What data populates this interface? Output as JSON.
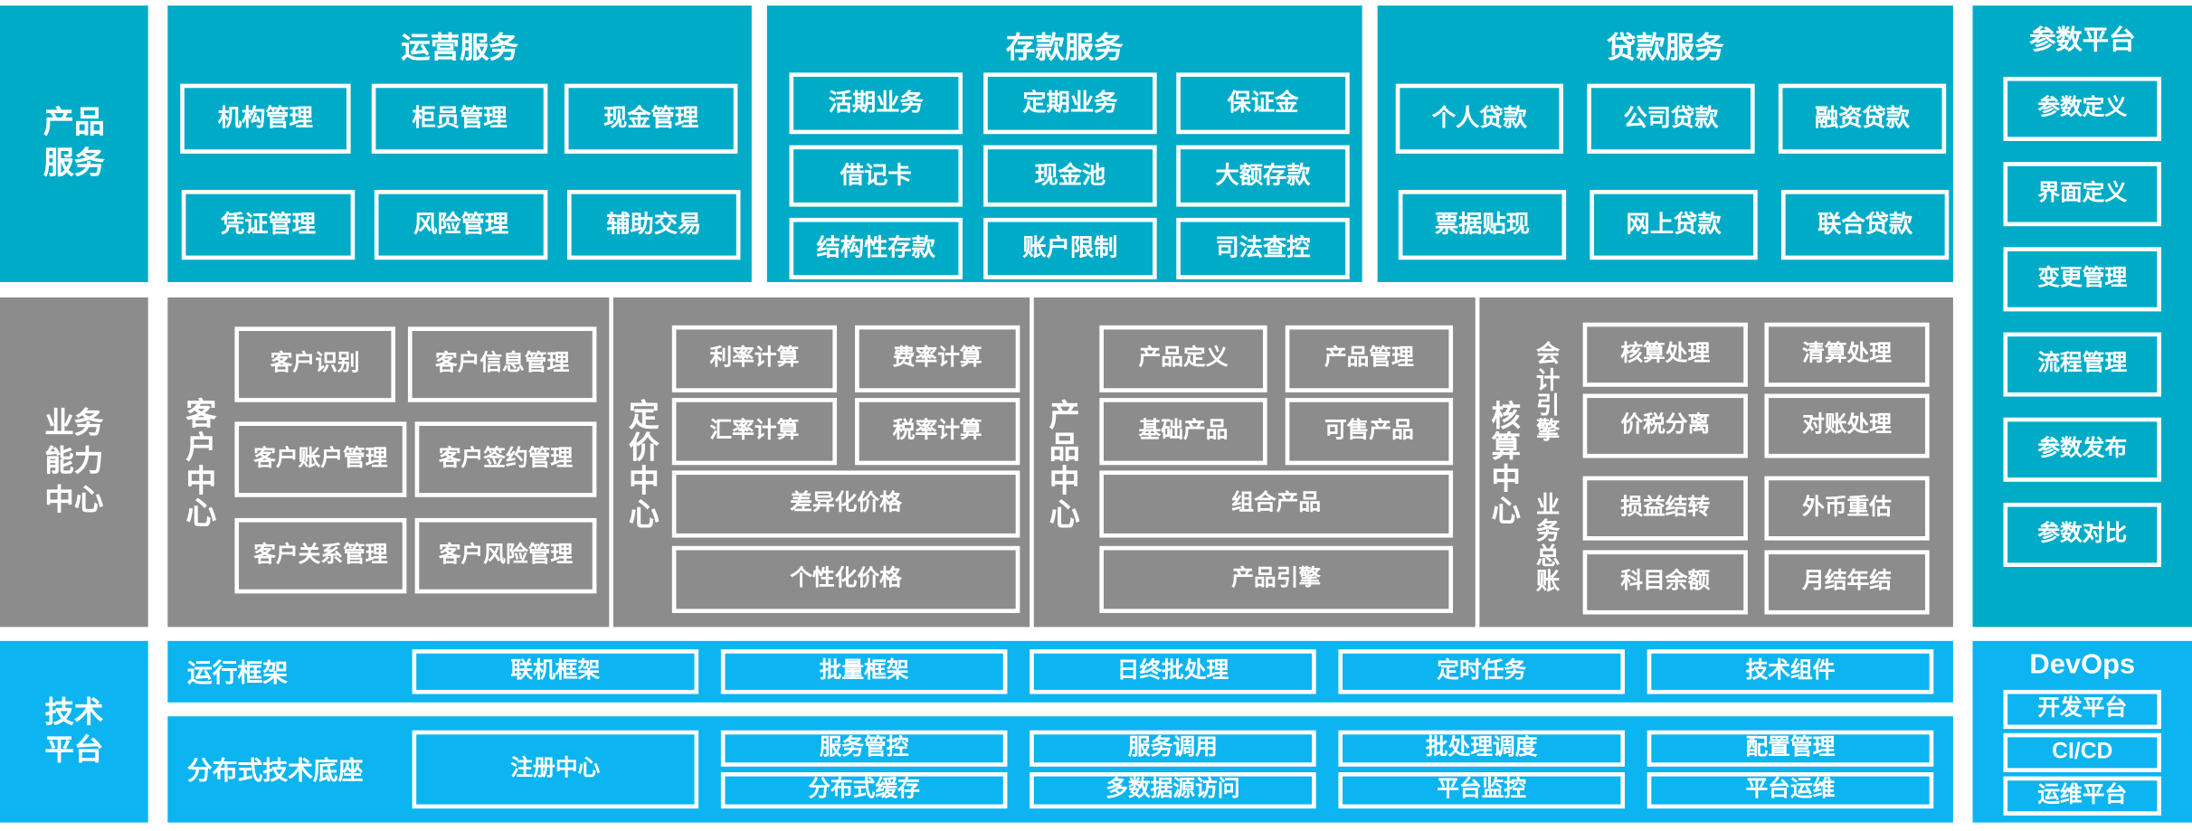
{
  "colors": {
    "teal": "#00ABC8",
    "gray": "#8C8C8C",
    "bright_blue": "#0CB4F0",
    "tile_border": "#FFFFFF",
    "text": "#FFFFFF",
    "background": "#FFFFFF"
  },
  "layers": {
    "product_service": {
      "rail_label": "产品服务",
      "rail_lines": [
        "产品",
        "服务"
      ],
      "groups": [
        {
          "title": "运营服务",
          "tiles": [
            "机构管理",
            "柜员管理",
            "现金管理",
            "凭证管理",
            "风险管理",
            "辅助交易"
          ]
        },
        {
          "title": "存款服务",
          "tiles": [
            "活期业务",
            "定期业务",
            "保证金",
            "借记卡",
            "现金池",
            "大额存款",
            "结构性存款",
            "账户限制",
            "司法查控"
          ]
        },
        {
          "title": "贷款服务",
          "tiles": [
            "个人贷款",
            "公司贷款",
            "融资贷款",
            "票据贴现",
            "网上贷款",
            "联合贷款"
          ]
        }
      ]
    },
    "business_capability": {
      "rail_label": "业务能力中心",
      "rail_lines": [
        "业务",
        "能力",
        "中心"
      ],
      "centers": [
        {
          "vlabel": "客户中心",
          "vlabel_chars": [
            "客",
            "户",
            "中",
            "心"
          ],
          "tiles_grid": [
            "客户识别",
            "客户信息管理",
            "客户账户管理",
            "客户签约管理",
            "客户关系管理",
            "客户风险管理"
          ],
          "tiles_wide": []
        },
        {
          "vlabel": "定价中心",
          "vlabel_chars": [
            "定",
            "价",
            "中",
            "心"
          ],
          "tiles_grid": [
            "利率计算",
            "费率计算",
            "汇率计算",
            "税率计算"
          ],
          "tiles_wide": [
            "差异化价格",
            "个性化价格"
          ]
        },
        {
          "vlabel": "产品中心",
          "vlabel_chars": [
            "产",
            "品",
            "中",
            "心"
          ],
          "tiles_grid": [
            "产品定义",
            "产品管理",
            "基础产品",
            "可售产品"
          ],
          "tiles_wide": [
            "组合产品",
            "产品引擎"
          ]
        },
        {
          "vlabel": "核算中心",
          "vlabel_chars": [
            "核",
            "算",
            "中",
            "心"
          ],
          "sub_label_1": "会计引擎",
          "sub_label_1_chars": [
            "会",
            "计",
            "引",
            "擎"
          ],
          "sub_label_2": "业务总账",
          "sub_label_2_chars": [
            "业",
            "务",
            "总",
            "账"
          ],
          "tiles_group_1": [
            "核算处理",
            "清算处理",
            "价税分离",
            "对账处理"
          ],
          "tiles_group_2": [
            "损益结转",
            "外币重估",
            "科目余额",
            "月结年结"
          ]
        }
      ]
    },
    "technical_platform": {
      "rail_label": "技术平台",
      "rail_lines": [
        "技术",
        "平台"
      ],
      "rows": [
        {
          "label": "运行框架",
          "tiles": [
            "联机框架",
            "批量框架",
            "日终批处理",
            "定时任务",
            "技术组件"
          ]
        },
        {
          "label": "分布式技术底座",
          "wide_tile": "注册中心",
          "tiles_top": [
            "服务管控",
            "服务调用",
            "批处理调度",
            "配置管理"
          ],
          "tiles_bottom": [
            "分布式缓存",
            "多数据源访问",
            "平台监控",
            "平台运维"
          ]
        }
      ]
    }
  },
  "right_column": {
    "parameter_platform": {
      "title": "参数平台",
      "tiles": [
        "参数定义",
        "界面定义",
        "变更管理",
        "流程管理",
        "参数发布",
        "参数对比"
      ]
    },
    "devops": {
      "title": "DevOps",
      "tiles": [
        "开发平台",
        "CI/CD",
        "运维平台"
      ]
    }
  }
}
